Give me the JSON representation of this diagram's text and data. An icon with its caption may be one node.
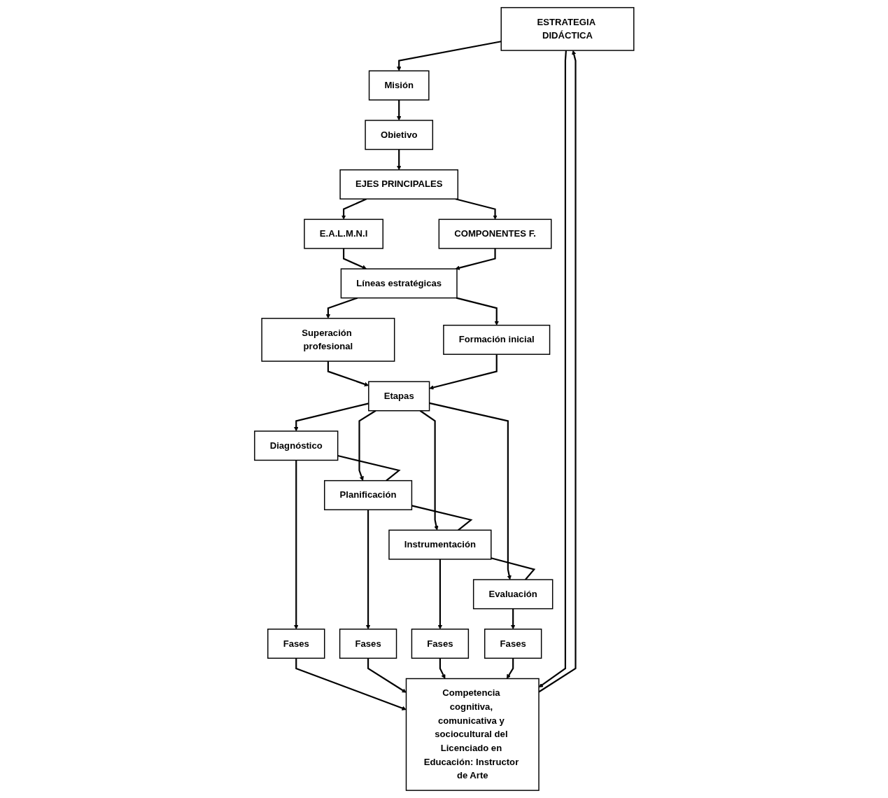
{
  "diagram": {
    "nodes": [
      {
        "text": [
          "ESTRATEGIA DIDÁCTICA"
        ]
      },
      {
        "text": [
          "Misión"
        ]
      },
      {
        "text": [
          "Obietivo"
        ]
      },
      {
        "text": [
          "EJES PRINCIPALES"
        ]
      },
      {
        "text": [
          "E.A.L.M.N.I"
        ]
      },
      {
        "text": [
          "COMPONENTES F."
        ]
      },
      {
        "text": [
          "Líneas estratégicas"
        ]
      },
      {
        "text": [
          "Superación profesional"
        ]
      },
      {
        "text": [
          "Formación inicial"
        ]
      },
      {
        "text": [
          "Etapas"
        ]
      },
      {
        "text": [
          "Diagnóstico"
        ]
      },
      {
        "text": [
          "Planificación"
        ]
      },
      {
        "text": [
          "Instrumentación"
        ]
      },
      {
        "text": [
          "Evaluación"
        ]
      },
      {
        "text": [
          "Fases"
        ]
      },
      {
        "text": [
          "Fases"
        ]
      },
      {
        "text": [
          "Fases"
        ]
      },
      {
        "text": [
          "Fases"
        ]
      },
      {
        "text": [
          "Competencia cognitiva, comunicativa y sociocultural del Licenciado en Educación: Instructor de Arte"
        ]
      }
    ],
    "edges": [
      {
        "from": 0,
        "to": 1,
        "arrow": "to"
      },
      {
        "from": 1,
        "to": 2,
        "arrow": "to"
      },
      {
        "from": 2,
        "to": 3,
        "arrow": "to"
      },
      {
        "from": 3,
        "to": 4,
        "arrow": "to"
      },
      {
        "from": 3,
        "to": 5,
        "arrow": "to"
      },
      {
        "from": 4,
        "to": 6,
        "arrow": "to"
      },
      {
        "from": 5,
        "to": 6,
        "arrow": "to"
      },
      {
        "from": 6,
        "to": 7,
        "arrow": "to"
      },
      {
        "from": 6,
        "to": 8,
        "arrow": "to"
      },
      {
        "from": 7,
        "to": 9,
        "arrow": "to"
      },
      {
        "from": 8,
        "to": 9,
        "arrow": "to"
      },
      {
        "from": 9,
        "to": 10,
        "arrow": "to"
      },
      {
        "from": 9,
        "to": 11,
        "arrow": "to"
      },
      {
        "from": 9,
        "to": 12,
        "arrow": "to"
      },
      {
        "from": 9,
        "to": 13,
        "arrow": "to"
      },
      {
        "from": 10,
        "to": 11,
        "arrow": "none"
      },
      {
        "from": 11,
        "to": 12,
        "arrow": "none"
      },
      {
        "from": 12,
        "to": 13,
        "arrow": "none"
      },
      {
        "from": 10,
        "to": 14,
        "arrow": "to"
      },
      {
        "from": 11,
        "to": 15,
        "arrow": "to"
      },
      {
        "from": 12,
        "to": 16,
        "arrow": "to"
      },
      {
        "from": 13,
        "to": 17,
        "arrow": "to"
      },
      {
        "from": 14,
        "to": 18,
        "arrow": "to"
      },
      {
        "from": 15,
        "to": 18,
        "arrow": "to"
      },
      {
        "from": 16,
        "to": 18,
        "arrow": "to"
      },
      {
        "from": 17,
        "to": 18,
        "arrow": "to"
      },
      {
        "from": 18,
        "to": 0,
        "arrow": "to"
      },
      {
        "from": 0,
        "to": 18,
        "arrow": "to"
      }
    ]
  }
}
